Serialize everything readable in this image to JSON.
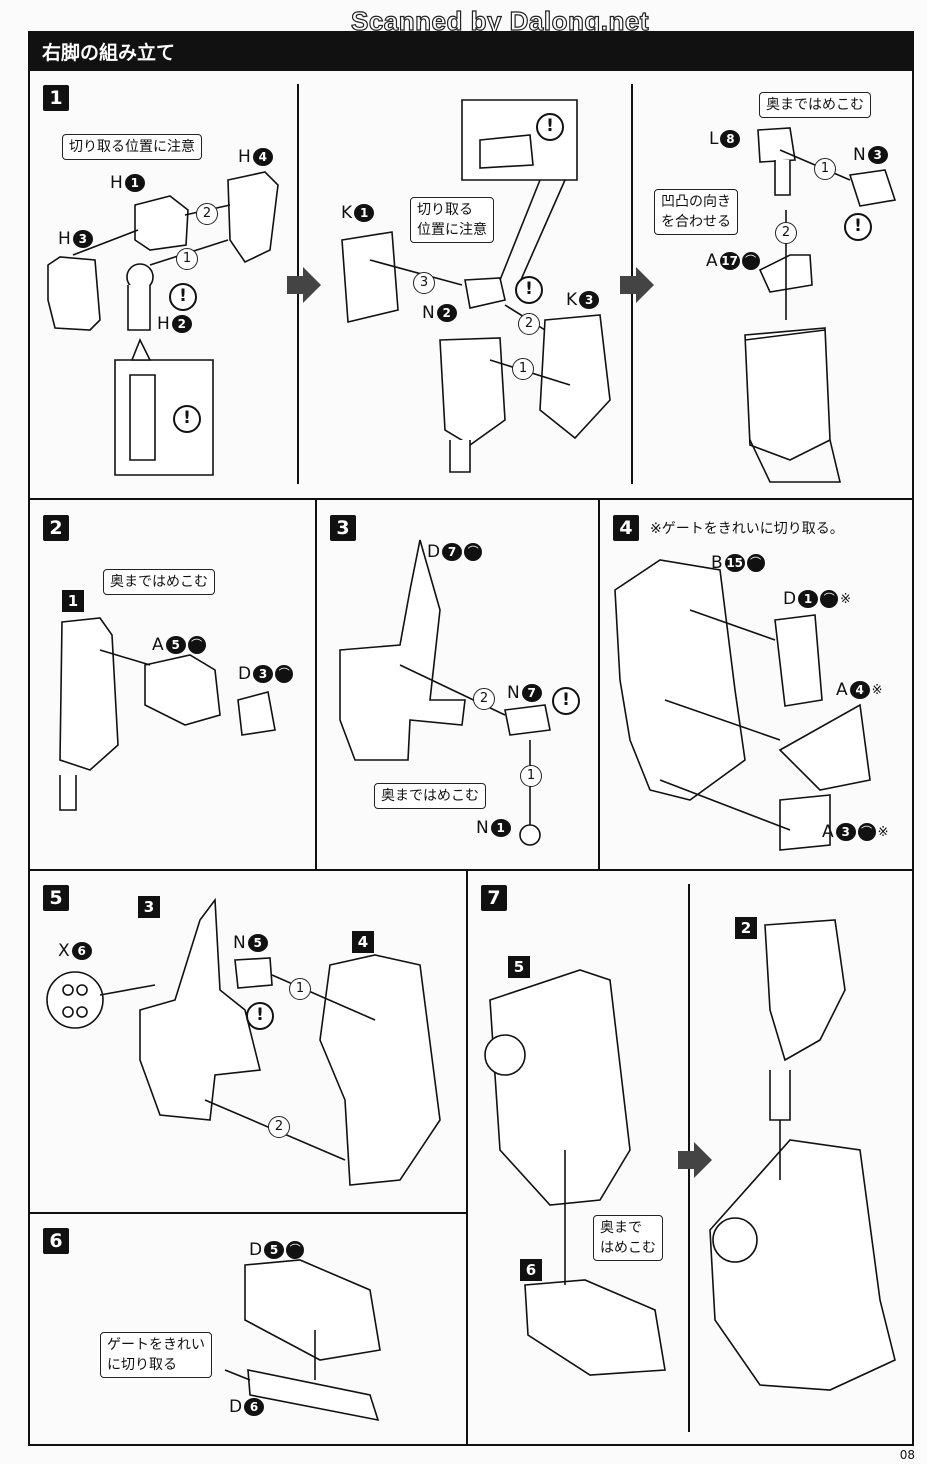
{
  "watermark": "Scanned by Dalong.net",
  "section_title": "右脚の組み立て",
  "page_number": "08",
  "steps": {
    "s1": "1",
    "s2": "2",
    "s3": "3",
    "s4": "4",
    "s5": "5",
    "s6": "6",
    "s7": "7"
  },
  "refs": {
    "s2_ref1": "1",
    "s5_ref3": "3",
    "s5_ref4": "4",
    "s7_ref5": "5",
    "s7_ref6": "6",
    "s7_ref2": "2"
  },
  "callouts": {
    "cut_position": "切り取る位置に注意",
    "cut_position_a": "切り取る",
    "cut_position_b": "位置に注意",
    "push_in": "奥まではめこむ",
    "align_a": "凹凸の向き",
    "align_b": "を合わせる",
    "push_in_s2": "奥まではめこむ",
    "push_in_s3": "奥まではめこむ",
    "step4_note": "※ゲートをきれいに切り取る。",
    "gate_a": "ゲートをきれい",
    "gate_b": "に切り取る",
    "push_in_s7a": "奥まで",
    "push_in_s7b": "はめこむ"
  },
  "parts": {
    "p1_H1": {
      "letter": "H",
      "num": "1"
    },
    "p1_H4": {
      "letter": "H",
      "num": "4"
    },
    "p1_H3": {
      "letter": "H",
      "num": "3"
    },
    "p1_H2": {
      "letter": "H",
      "num": "2"
    },
    "p1_K1": {
      "letter": "K",
      "num": "1"
    },
    "p1_N2": {
      "letter": "N",
      "num": "2"
    },
    "p1_K3": {
      "letter": "K",
      "num": "3"
    },
    "p1_L8": {
      "letter": "L",
      "num": "8"
    },
    "p1_N3": {
      "letter": "N",
      "num": "3"
    },
    "p1_A17": {
      "letter": "A",
      "num": "17"
    },
    "p2_A5": {
      "letter": "A",
      "num": "5"
    },
    "p2_D3": {
      "letter": "D",
      "num": "3"
    },
    "p3_D7": {
      "letter": "D",
      "num": "7"
    },
    "p3_N7": {
      "letter": "N",
      "num": "7"
    },
    "p3_N1": {
      "letter": "N",
      "num": "1"
    },
    "p4_B15": {
      "letter": "B",
      "num": "15"
    },
    "p4_D1": {
      "letter": "D",
      "num": "1"
    },
    "p4_A4": {
      "letter": "A",
      "num": "4"
    },
    "p4_A3": {
      "letter": "A",
      "num": "3"
    },
    "p5_X6": {
      "letter": "X",
      "num": "6"
    },
    "p5_N5": {
      "letter": "N",
      "num": "5"
    },
    "p6_D5": {
      "letter": "D",
      "num": "5"
    },
    "p6_D6": {
      "letter": "D",
      "num": "6"
    }
  },
  "marks": {
    "asterisk": "※",
    "gate": "ゲート",
    "warn": "!"
  },
  "orders": {
    "o1": "1",
    "o2": "2",
    "o3": "3"
  }
}
